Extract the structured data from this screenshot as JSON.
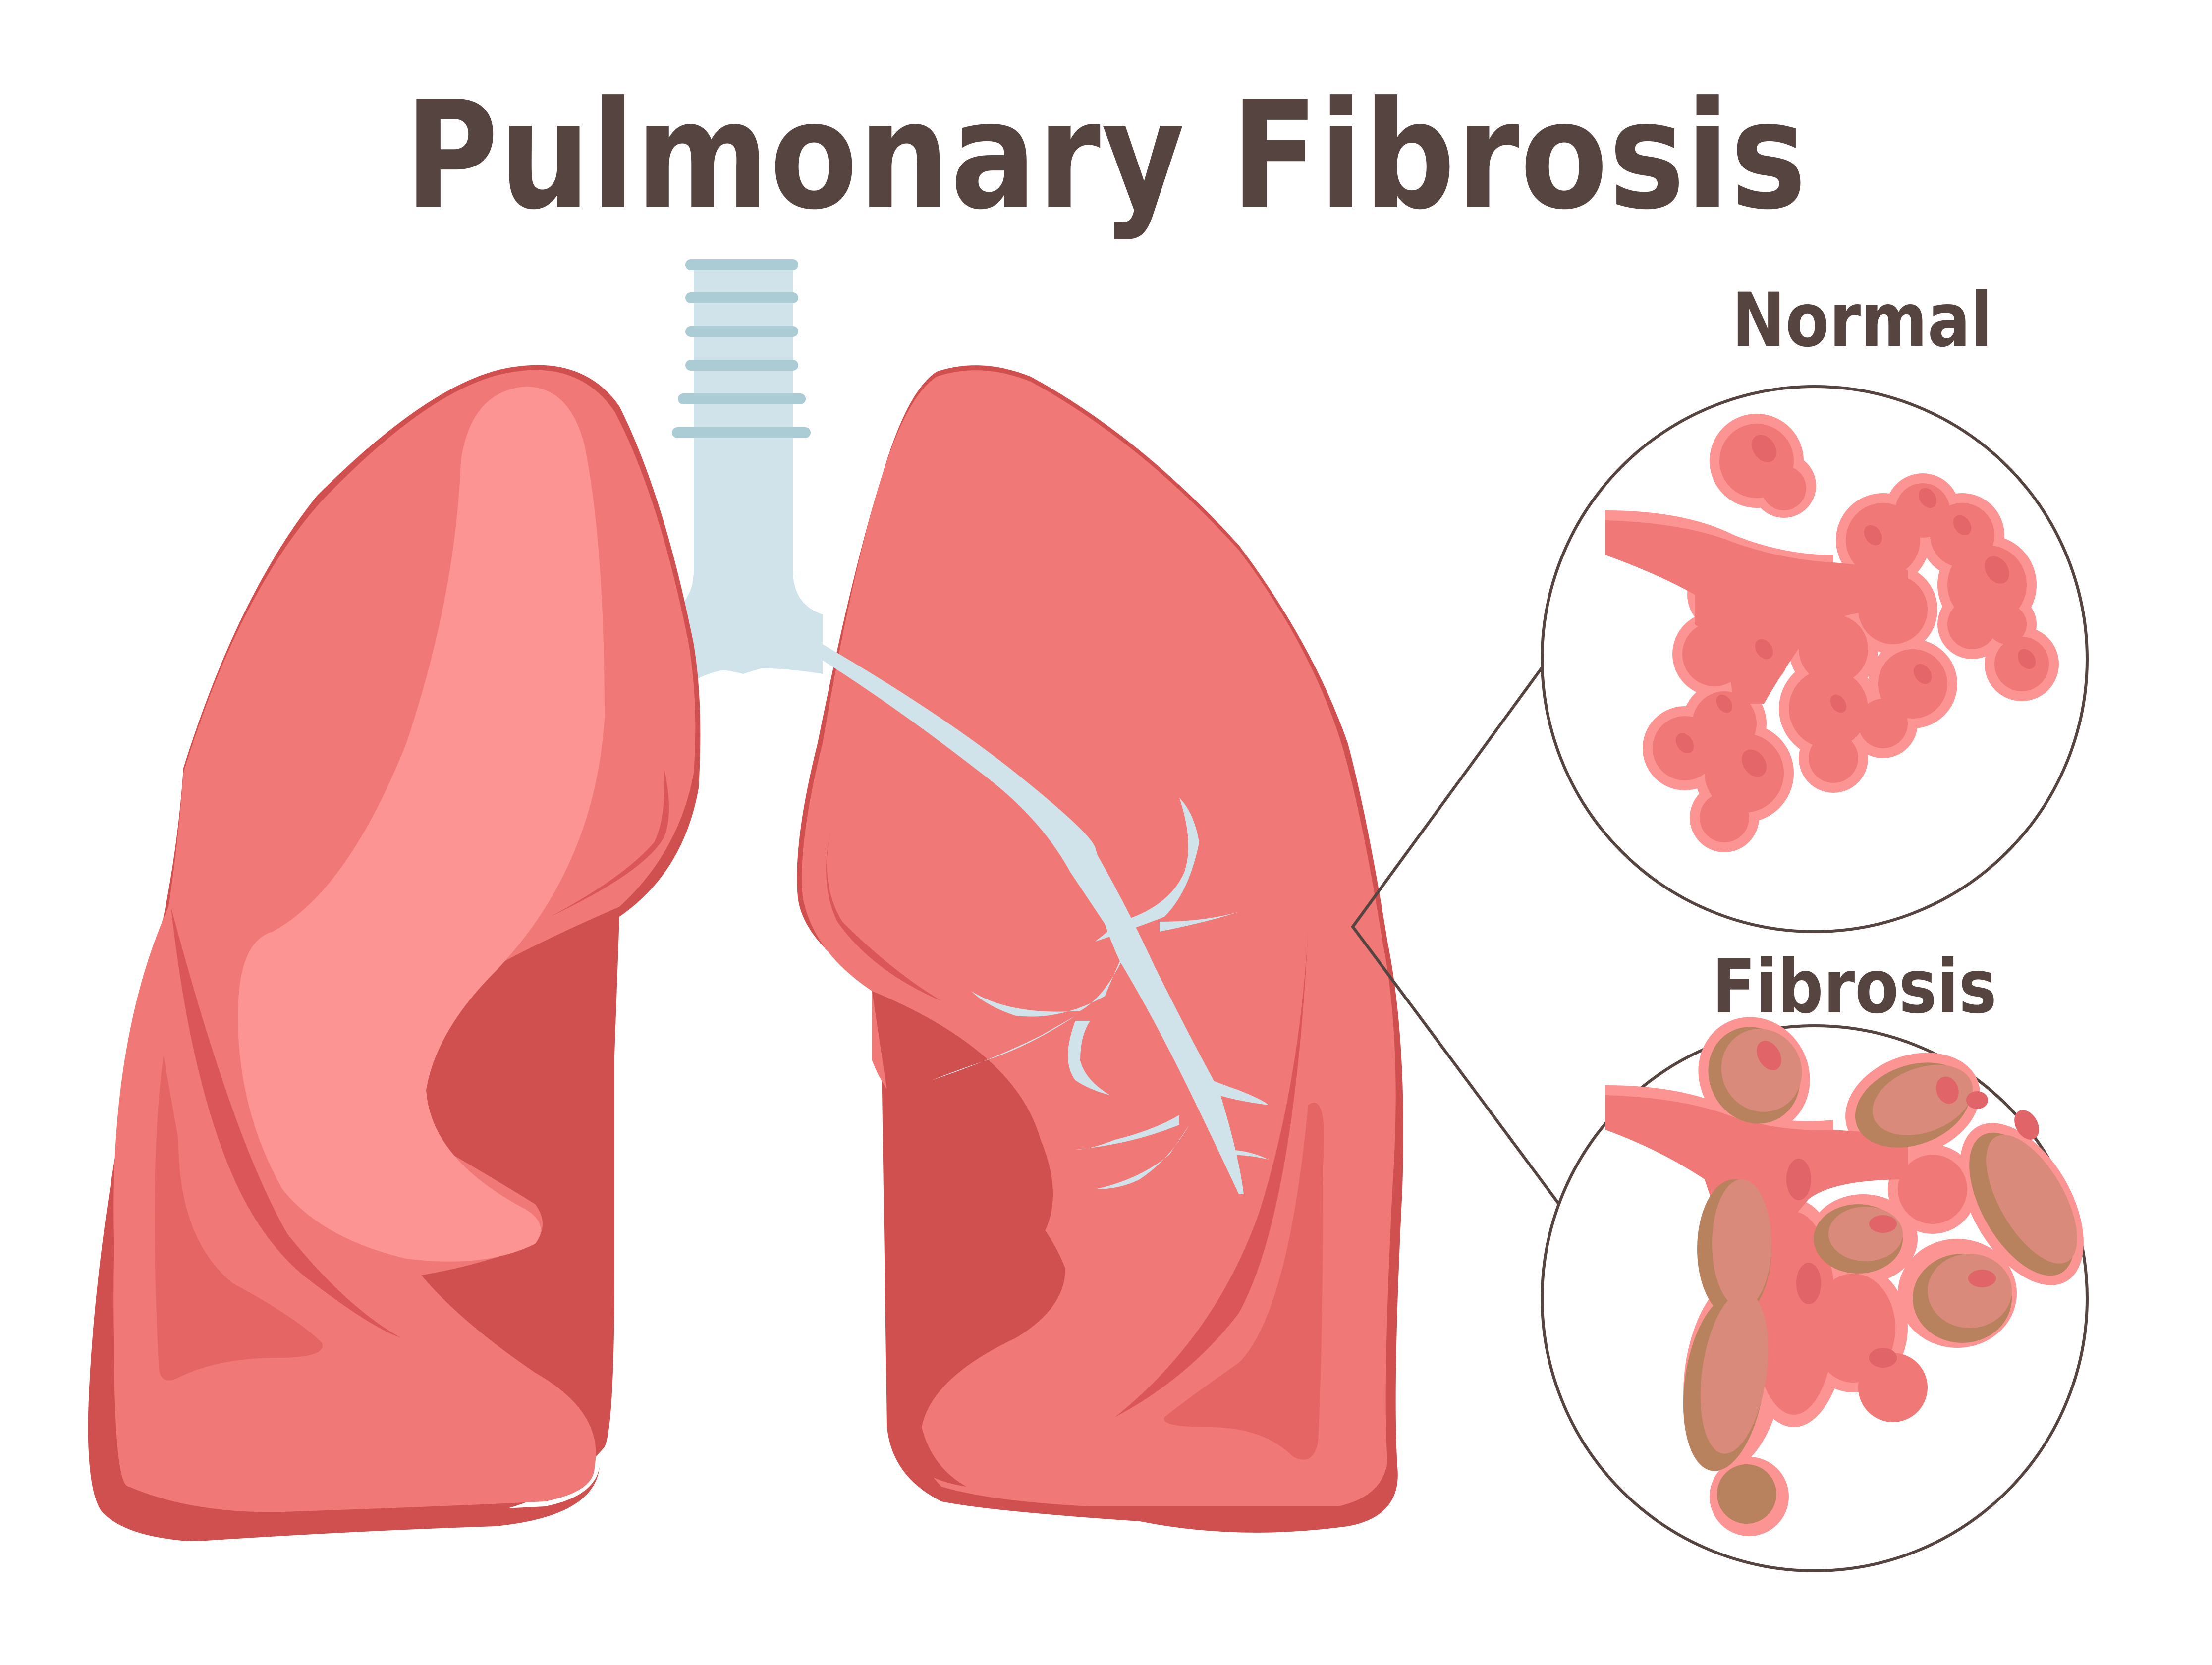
{
  "title": "Pulmonary Fibrosis",
  "labels": {
    "normal": "Normal",
    "fibrosis": "Fibrosis"
  },
  "colors": {
    "text": "#564440",
    "lung_base": "#F07876",
    "lung_highlight": "#FD9494",
    "lung_shadow": "#D05050",
    "lung_crease": "#DA5658",
    "lung_mid": "#E56565",
    "trachea_light": "#D0E2EA",
    "trachea_ring": "#ABCCD5",
    "alveoli_outline": "#FD9494",
    "alveoli_fill": "#F07876",
    "alveoli_shade": "#E56668",
    "fibrosis_tissue": "#DA8A7A",
    "fibrosis_shadow": "#B8825E",
    "callout_line": "#564440"
  }
}
